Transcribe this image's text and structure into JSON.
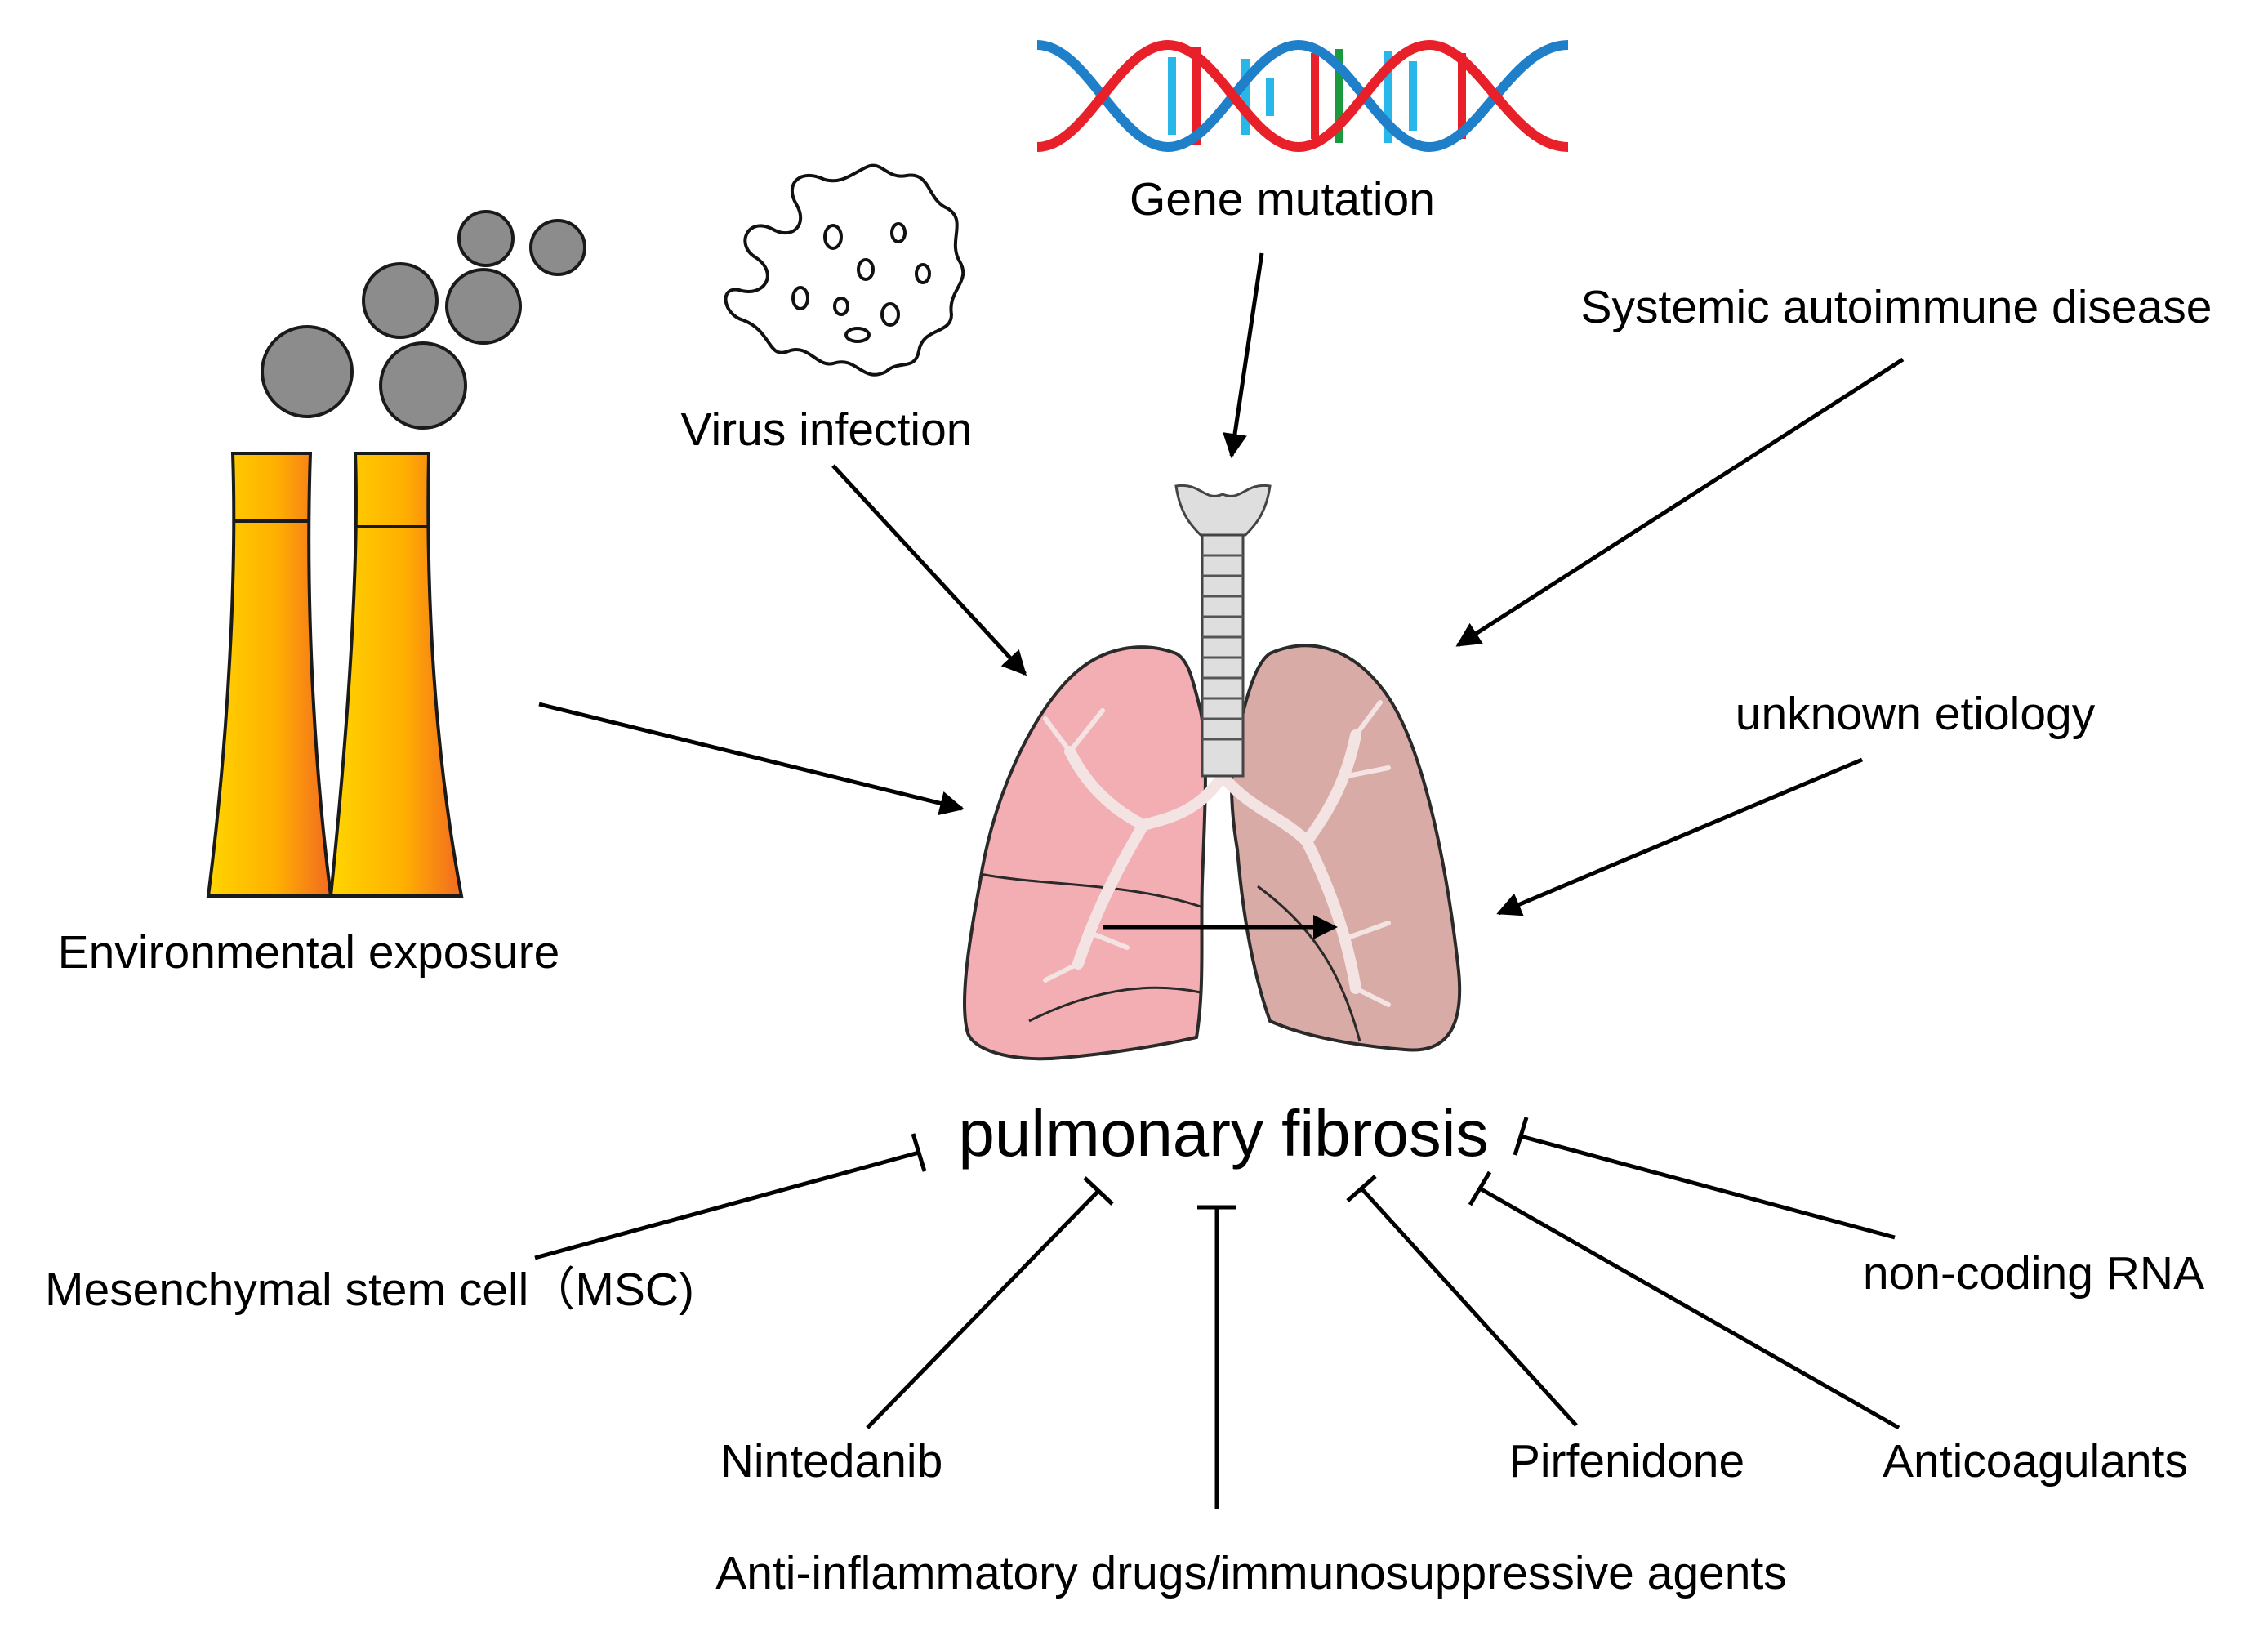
{
  "diagram": {
    "center": "pulmonary fibrosis",
    "causes": [
      {
        "id": "gene",
        "label": "Gene mutation",
        "icon": "dna-icon"
      },
      {
        "id": "virus",
        "label": "Virus infection",
        "icon": "virus-icon"
      },
      {
        "id": "env",
        "label": "Environmental exposure",
        "icon": "factory-chimney-icon"
      },
      {
        "id": "autoimmune",
        "label": "Systemic autoimmune disease"
      },
      {
        "id": "unknown",
        "label": "unknown etiology"
      }
    ],
    "inhibitors": [
      {
        "id": "msc",
        "label": "Mesenchymal stem cell（MSC)"
      },
      {
        "id": "nintedanib",
        "label": "Nintedanib"
      },
      {
        "id": "antiinflam",
        "label": "Anti-inflammatory drugs/immunosuppressive agents"
      },
      {
        "id": "pirfenidone",
        "label": "Pirfenidone"
      },
      {
        "id": "anticoag",
        "label": "Anticoagulants"
      },
      {
        "id": "ncrna",
        "label": "non-coding RNA"
      }
    ]
  },
  "colors": {
    "dna_blue": "#1f7fc9",
    "dna_red": "#e8202a",
    "dna_cyan": "#29b6e8",
    "dna_green": "#1a9a3c",
    "smoke": "#8c8c8c",
    "chimney_top": "#ffd500",
    "chimney_bottom": "#f26a22",
    "lung_left": "#f2aeb2",
    "lung_right": "#d9aba6",
    "trachea": "#dedede"
  }
}
